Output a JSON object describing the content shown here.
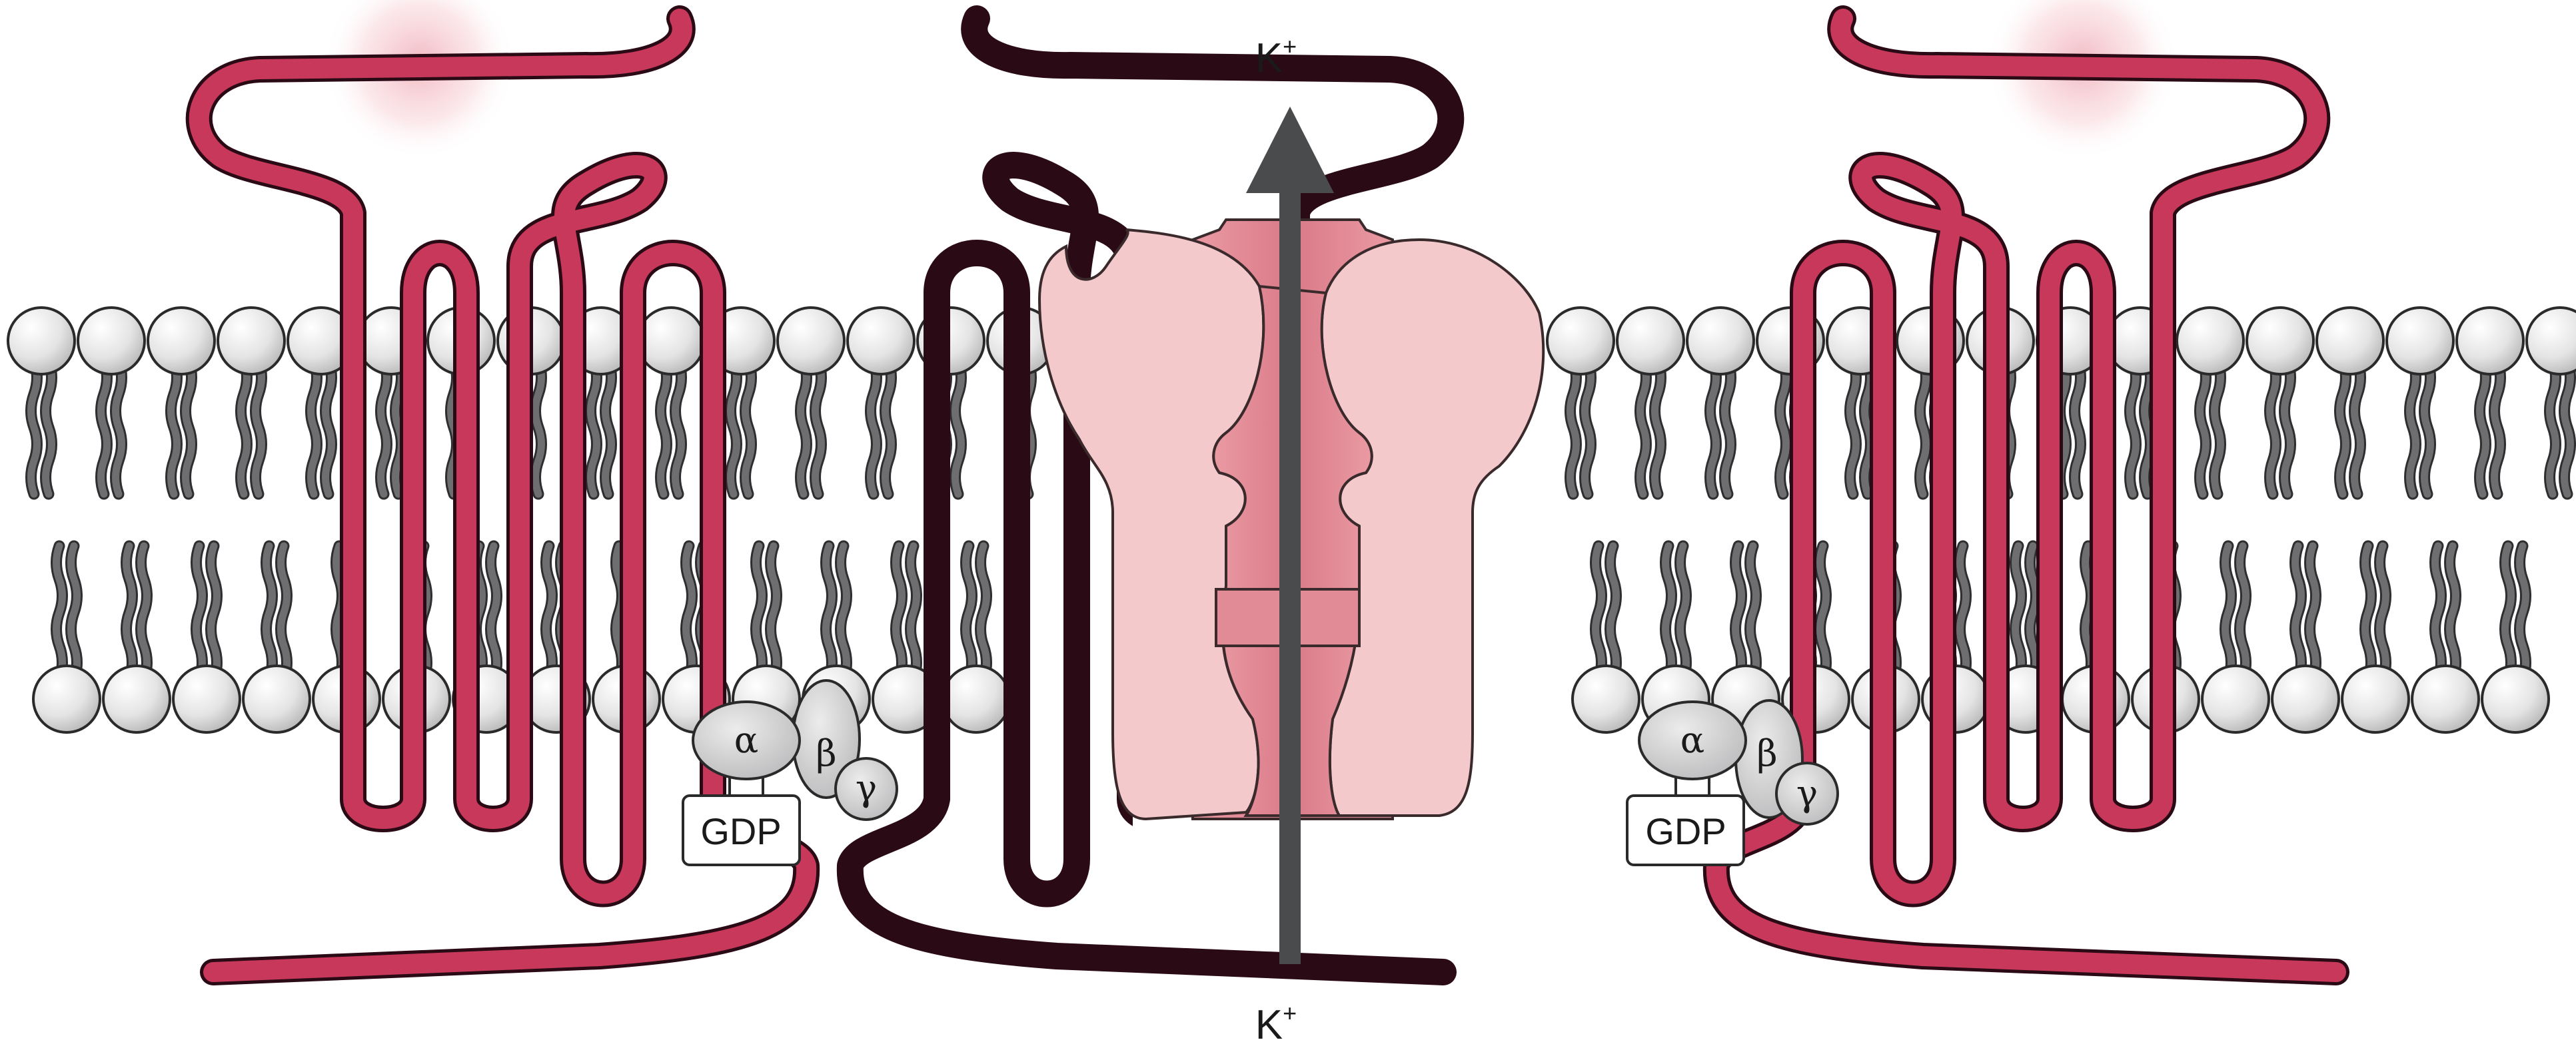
{
  "labels": {
    "ion_top": "K",
    "ion_top_charge": "+",
    "ion_bottom": "K",
    "ion_bottom_charge": "+"
  },
  "left_g_protein": {
    "alpha": "α",
    "beta": "β",
    "gamma": "γ",
    "bound_nucleotide": "GDP"
  },
  "right_g_protein": {
    "alpha": "α",
    "beta": "β",
    "gamma": "γ",
    "bound_nucleotide": "GDP"
  },
  "colors": {
    "receptor": "#c8385b",
    "channel_light": "#f2c8ca",
    "channel_core": "#e08b96",
    "arrow": "#4a4b4d",
    "lipid_tail": "#6e6e70",
    "lipid_head": "#e2e2e2",
    "g_protein": "#cfcfd1"
  }
}
